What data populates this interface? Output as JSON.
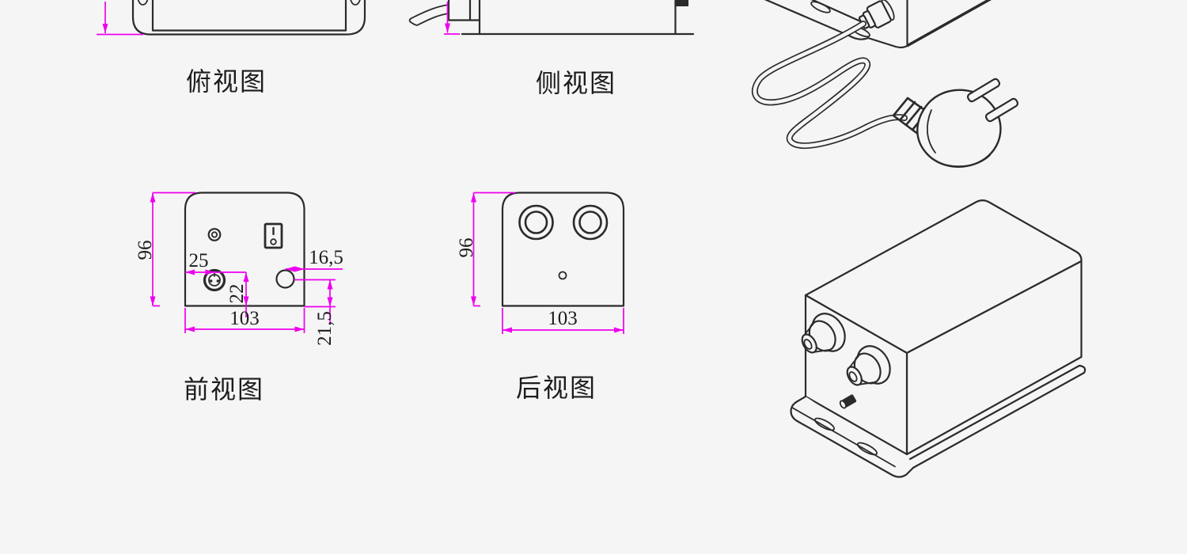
{
  "colors": {
    "background": "#f5f5f5",
    "line": "#2b2b2b",
    "dimension": "#ee00ee",
    "text": "#1c1c1c"
  },
  "views": {
    "top": {
      "label": "俯视图"
    },
    "side": {
      "label": "侧视图"
    },
    "front": {
      "label": "前视图",
      "dims": {
        "height": "96",
        "width": "103",
        "connector_offset_x": "25",
        "connector_offset_y": "22",
        "hole_offset_x": "16,5",
        "hole_offset_y": "21,5"
      }
    },
    "rear": {
      "label": "后视图",
      "dims": {
        "height": "96",
        "width": "103"
      }
    }
  }
}
